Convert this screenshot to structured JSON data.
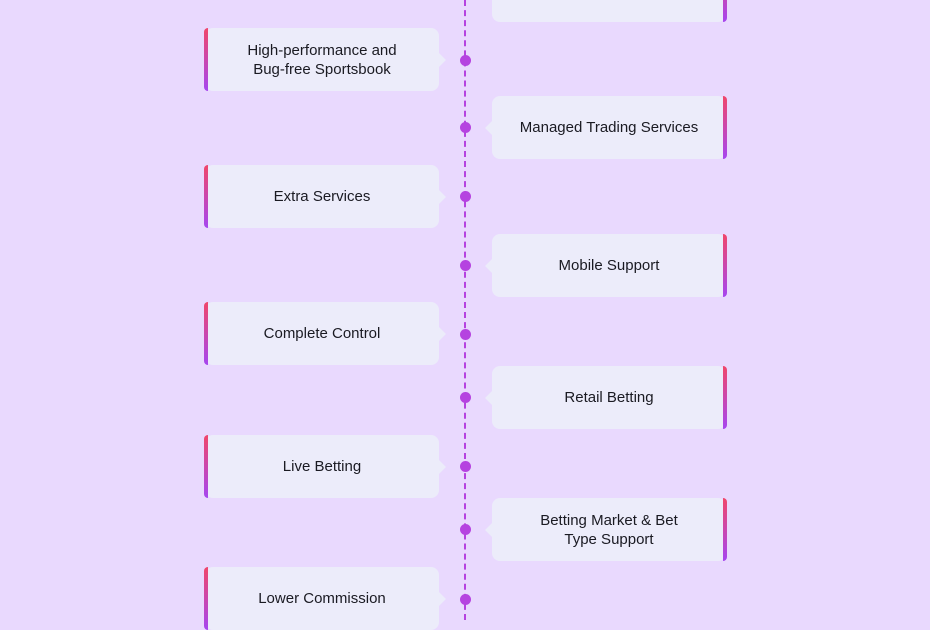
{
  "colors": {
    "background": "#e9d9fe",
    "card": "#ececfa",
    "accent_start": "#f0466b",
    "accent_end": "#a646f0",
    "timeline": "#b543e0"
  },
  "items": [
    {
      "label": "",
      "side": "right"
    },
    {
      "label": "High-performance and Bug-free Sportsbook",
      "side": "left"
    },
    {
      "label": "Managed Trading Services",
      "side": "right"
    },
    {
      "label": "Extra Services",
      "side": "left"
    },
    {
      "label": "Mobile Support",
      "side": "right"
    },
    {
      "label": "Complete Control",
      "side": "left"
    },
    {
      "label": "Retail Betting",
      "side": "right"
    },
    {
      "label": "Live Betting",
      "side": "left"
    },
    {
      "label": "Betting Market & Bet Type Support",
      "side": "right"
    },
    {
      "label": "Lower Commission",
      "side": "left"
    }
  ]
}
